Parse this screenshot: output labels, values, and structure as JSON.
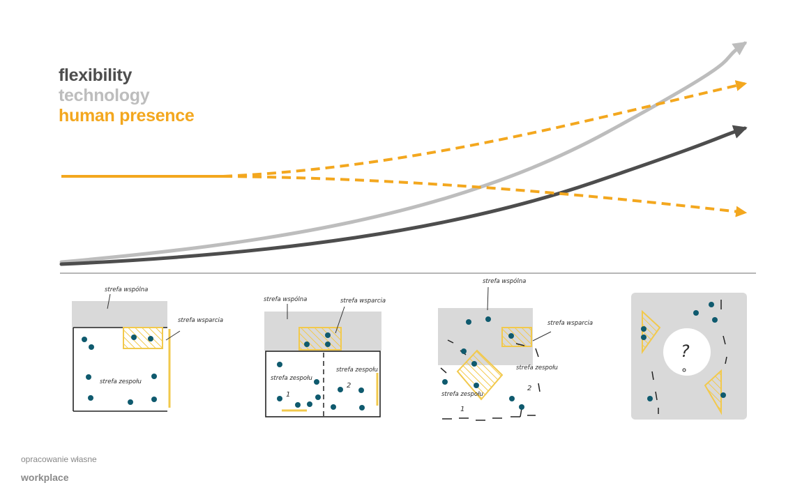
{
  "legend": {
    "flexibility": "flexibility",
    "technology": "technology",
    "human_presence": "human presence"
  },
  "colors": {
    "flexibility": "#4d4d4d",
    "technology": "#bdbdbd",
    "human_presence": "#f3a71e",
    "zone_gray": "#d9d9d9",
    "dot": "#0f5a6e",
    "hatch": "#f2c94c"
  },
  "sketches": {
    "s1": {
      "common": "strefa wspólna",
      "support": "strefa wsparcia",
      "team": "strefa zespołu"
    },
    "s2": {
      "common": "strefa wspólna",
      "support": "strefa wsparcia",
      "team1": "strefa zespołu",
      "num1": "1",
      "team2": "strefa zespołu",
      "num2": "2"
    },
    "s3": {
      "common": "strefa wspólna",
      "support": "strefa wsparcia",
      "team1": "strefa zespołu",
      "num1": "1",
      "team2": "strefa zespołu",
      "num2": "2"
    },
    "s4": {
      "question": "?"
    }
  },
  "source_note": "opracowanie własne",
  "footer_label": "workplace"
}
